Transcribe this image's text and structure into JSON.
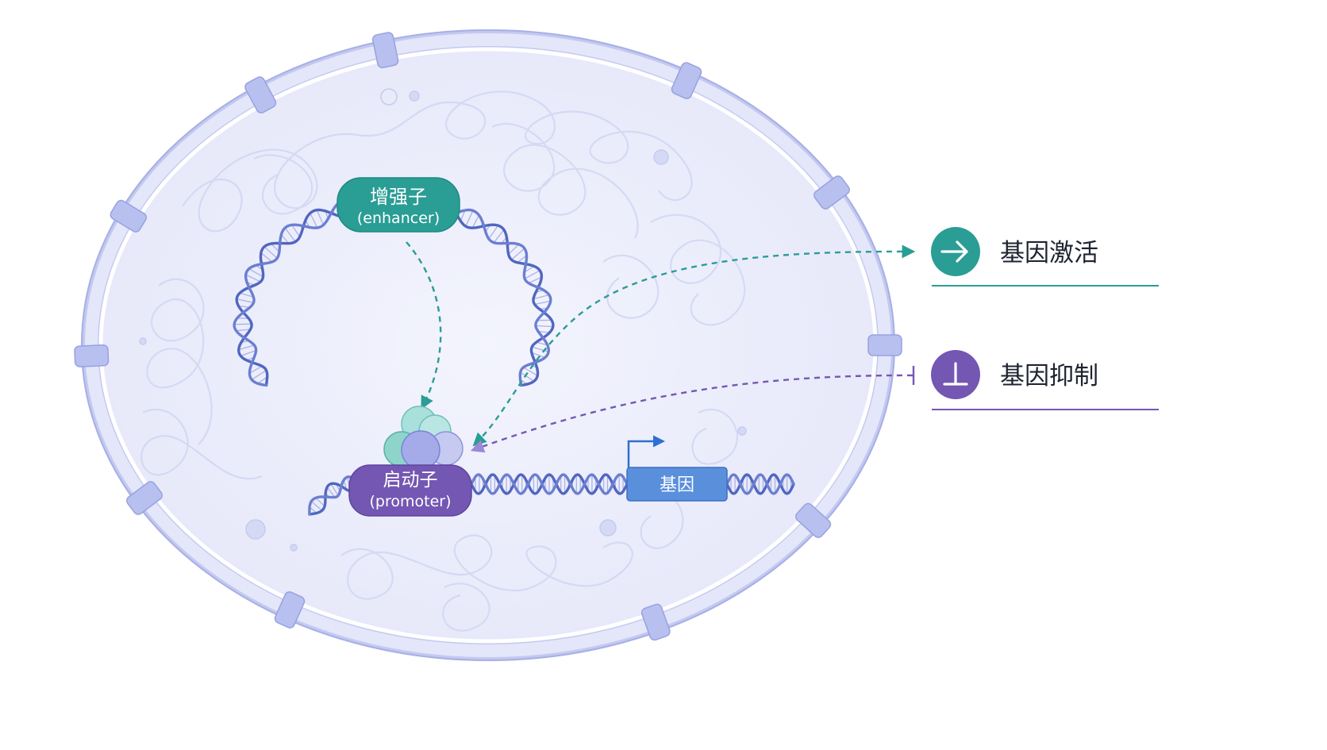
{
  "enhancer": {
    "label_cn": "增强子",
    "label_en": "(enhancer)"
  },
  "promoter": {
    "label_cn": "启动子",
    "label_en": "(promoter)"
  },
  "gene": {
    "label": "基因"
  },
  "legend": {
    "activation": {
      "label": "基因激活",
      "icon": "arrow-right-icon"
    },
    "repression": {
      "label": "基因抑制",
      "icon": "tee-bar-icon"
    }
  },
  "colors": {
    "teal": "#2a9d95",
    "purple": "#7457b3",
    "dna_blue": "#5166c0",
    "gene_blue": "#4f86d6",
    "nucleus_fill": "#eceefb",
    "envelope": "#9ea7e4"
  }
}
